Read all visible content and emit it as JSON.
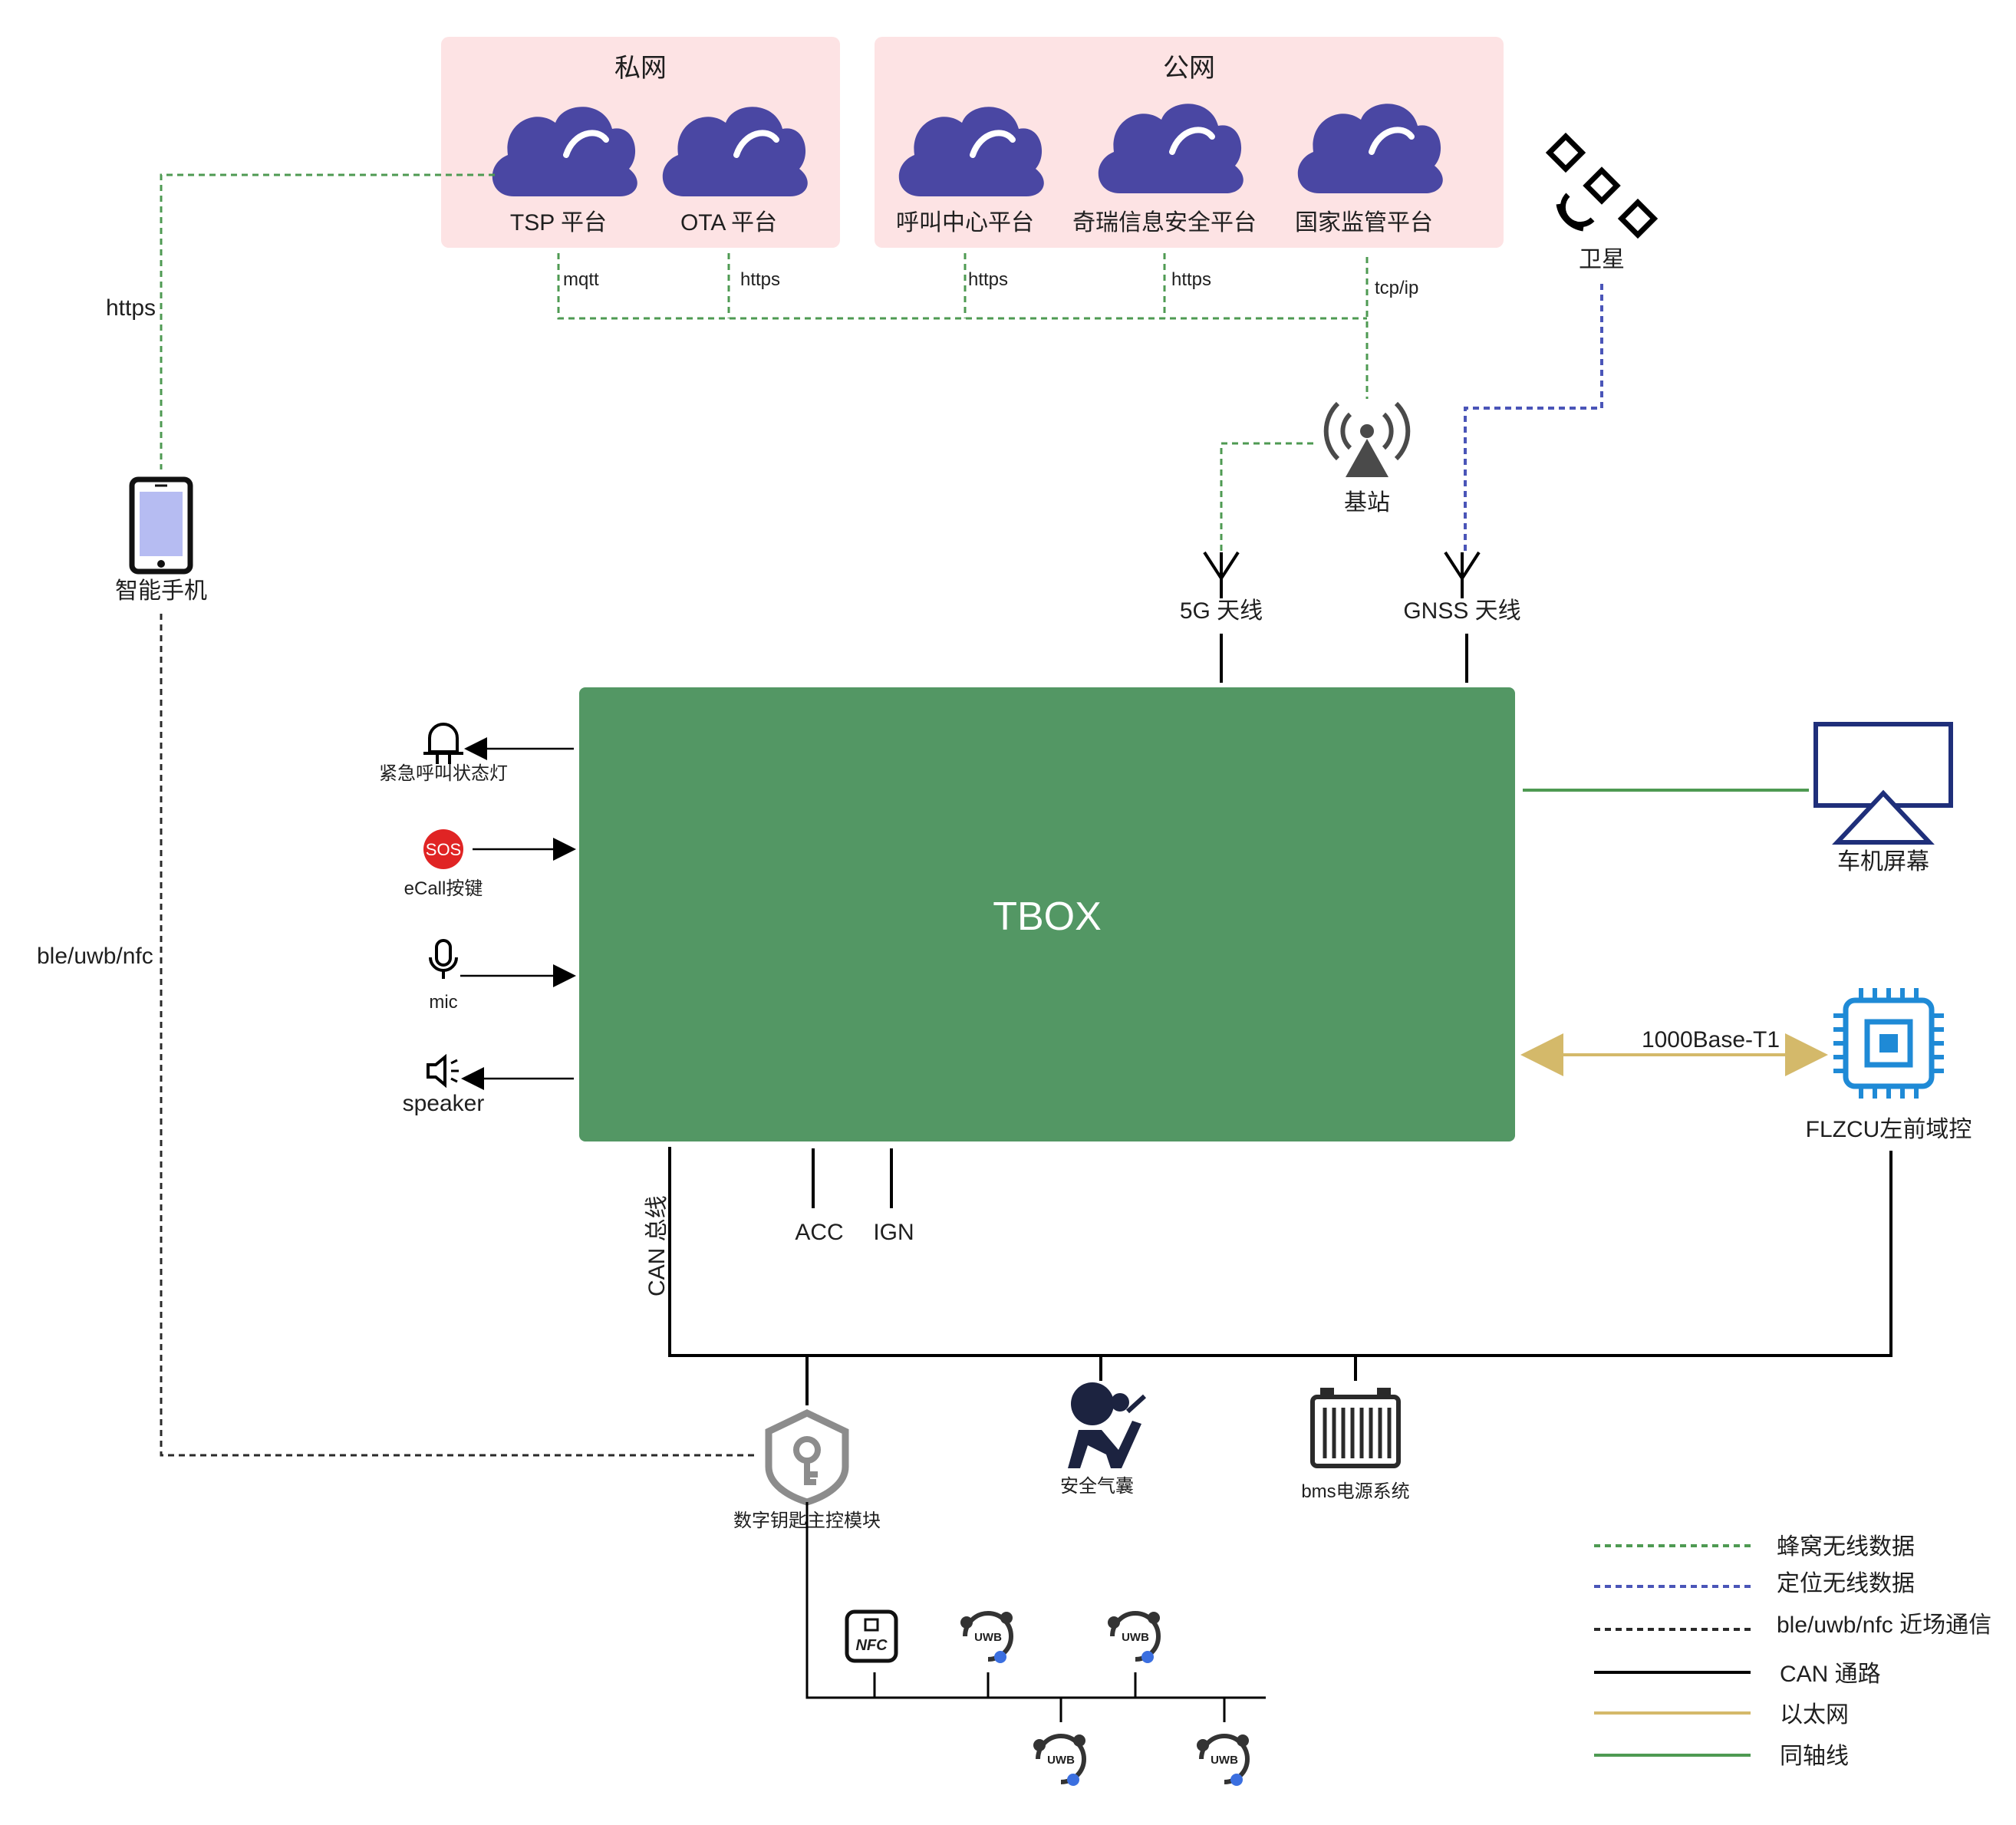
{
  "networks": {
    "private": {
      "title": "私网",
      "clouds": [
        "TSP 平台",
        "OTA 平台"
      ]
    },
    "public": {
      "title": "公网",
      "clouds": [
        "呼叫中心平台",
        "奇瑞信息安全平台",
        "国家监管平台"
      ]
    }
  },
  "protocols": {
    "mqtt": "mqtt",
    "https_ota": "https",
    "https_call": "https",
    "https_sec": "https",
    "tcpip": "tcp/ip",
    "https_phone": "https",
    "ble": "ble/uwb/nfc",
    "ethernet": "1000Base-T1",
    "can_bus": "CAN 总线"
  },
  "nodes": {
    "satellite": "卫星",
    "base_station": "基站",
    "antenna_5g": "5G 天线",
    "antenna_gnss": "GNSS 天线",
    "phone": "智能手机",
    "tbox": "TBOX",
    "emergency_light": "紧急呼叫状态灯",
    "sos_badge": "SOS",
    "ecall": "eCall按键",
    "mic": "mic",
    "speaker": "speaker",
    "head_unit": "车机屏幕",
    "flzcu": "FLZCU左前域控",
    "acc": "ACC",
    "ign": "IGN",
    "digital_key": "数字钥匙主控模块",
    "airbag": "安全气囊",
    "bms": "bms电源系统",
    "nfc": "NFC",
    "uwb": "UWB"
  },
  "legend": [
    {
      "label": "蜂窝无线数据",
      "style": "dashed",
      "color": "#4e9a52"
    },
    {
      "label": "定位无线数据",
      "style": "dashed",
      "color": "#4a55b8"
    },
    {
      "label": "ble/uwb/nfc 近场通信",
      "style": "dashed",
      "color": "#2a2a2a"
    },
    {
      "label": "CAN 通路",
      "style": "solid",
      "color": "#000000"
    },
    {
      "label": "以太网",
      "style": "solid",
      "color": "#d4b96a"
    },
    {
      "label": "同轴线",
      "style": "solid",
      "color": "#4e9a52"
    }
  ],
  "colors": {
    "network_bg": "#fde3e4",
    "cloud": "#4a47a3",
    "tbox_fill": "#539764",
    "head_unit": "#1f2f7a",
    "chip": "#1f8ad6",
    "sos": "#e02424"
  }
}
